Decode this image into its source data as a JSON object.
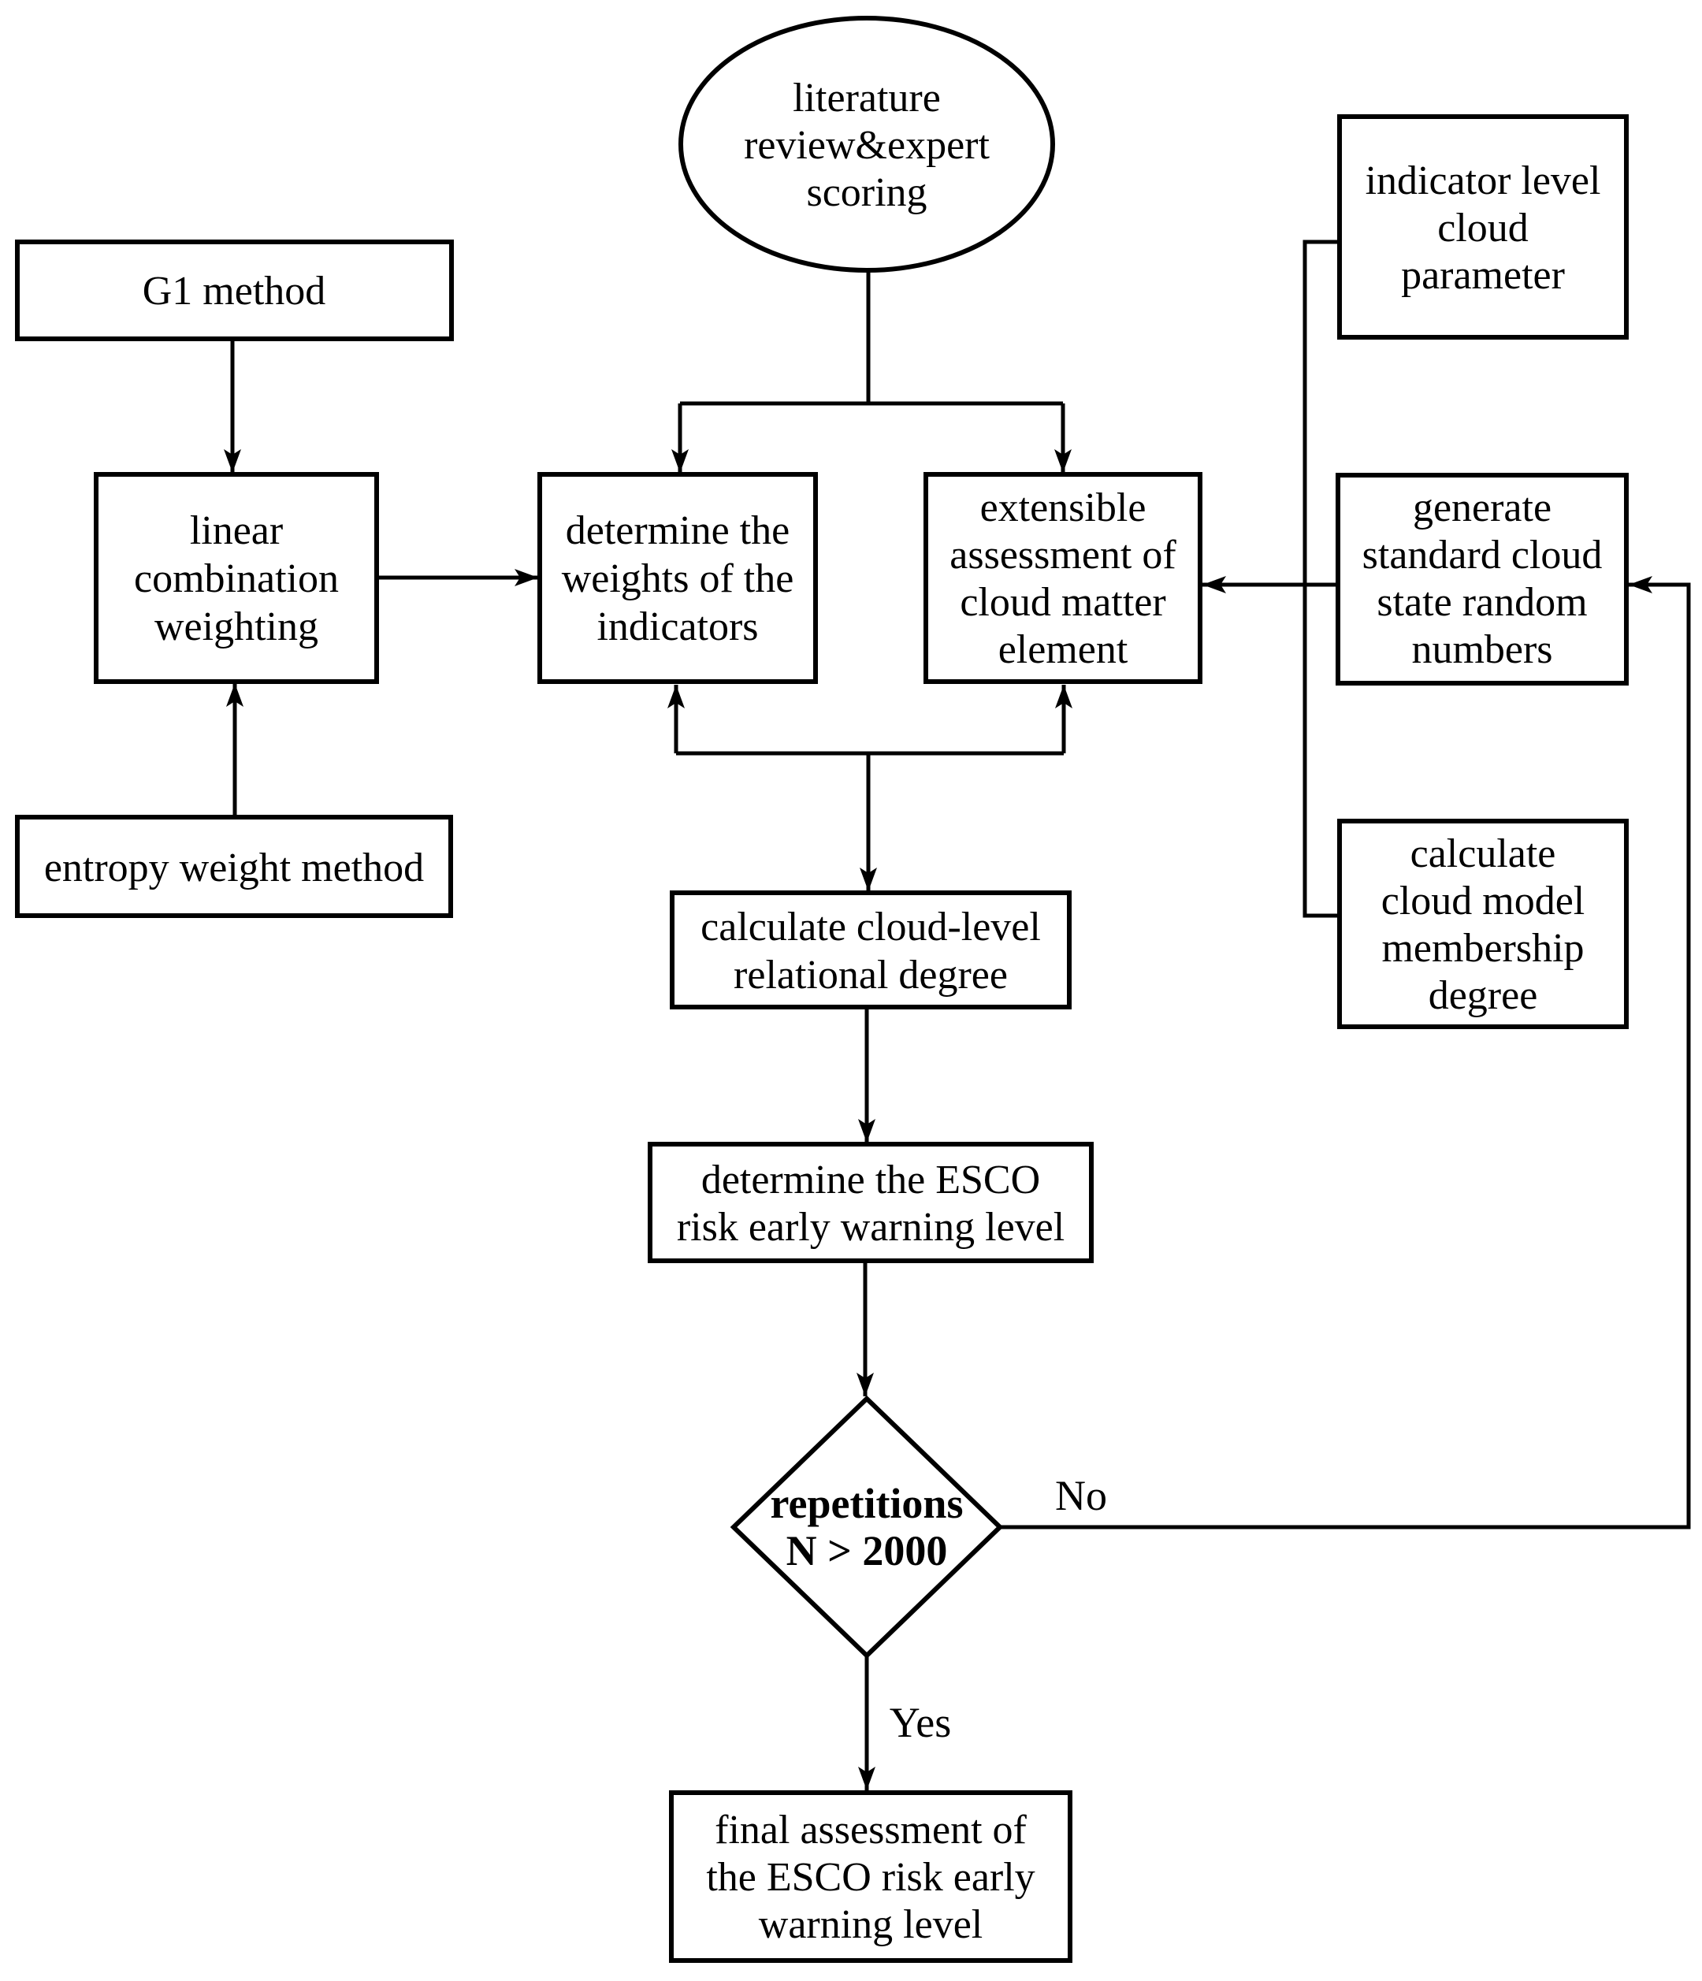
{
  "figure": {
    "type": "flowchart",
    "colors": {
      "stroke": "#000000",
      "background": "#ffffff",
      "text": "#000000"
    },
    "nodes": {
      "start_ellipse": {
        "shape": "ellipse",
        "lines": [
          "literature",
          "review&expert",
          "scoring"
        ]
      },
      "g1_method": {
        "shape": "rect",
        "label": "G1 method"
      },
      "linear_combination": {
        "shape": "rect",
        "lines": [
          "linear",
          "combination",
          "weighting"
        ]
      },
      "entropy_weight": {
        "shape": "rect",
        "label": "entropy weight method"
      },
      "determine_weights": {
        "shape": "rect",
        "lines": [
          "determine the",
          "weights of the",
          "indicators"
        ]
      },
      "extensible_assessment": {
        "shape": "rect",
        "lines": [
          "extensible",
          "assessment of",
          "cloud matter",
          "element"
        ]
      },
      "indicator_cloud_parameter": {
        "shape": "rect",
        "lines": [
          "indicator level",
          "cloud",
          "parameter"
        ]
      },
      "generate_random_numbers": {
        "shape": "rect",
        "lines": [
          "generate",
          "standard cloud",
          "state random",
          "numbers"
        ]
      },
      "membership_degree": {
        "shape": "rect",
        "lines": [
          "calculate",
          "cloud model",
          "membership",
          "degree"
        ]
      },
      "relational_degree": {
        "shape": "rect",
        "lines": [
          "calculate cloud-level",
          "relational degree"
        ]
      },
      "esco_warning_level": {
        "shape": "rect",
        "lines": [
          "determine the ESCO",
          "risk early warning level"
        ]
      },
      "decision_repetitions": {
        "shape": "diamond",
        "lines": [
          "repetitions",
          "N > 2000"
        ]
      },
      "final_assessment": {
        "shape": "rect",
        "lines": [
          "final assessment of",
          "the ESCO risk early",
          "warning level"
        ]
      }
    },
    "edge_labels": {
      "no": "No",
      "yes": "Yes"
    }
  }
}
